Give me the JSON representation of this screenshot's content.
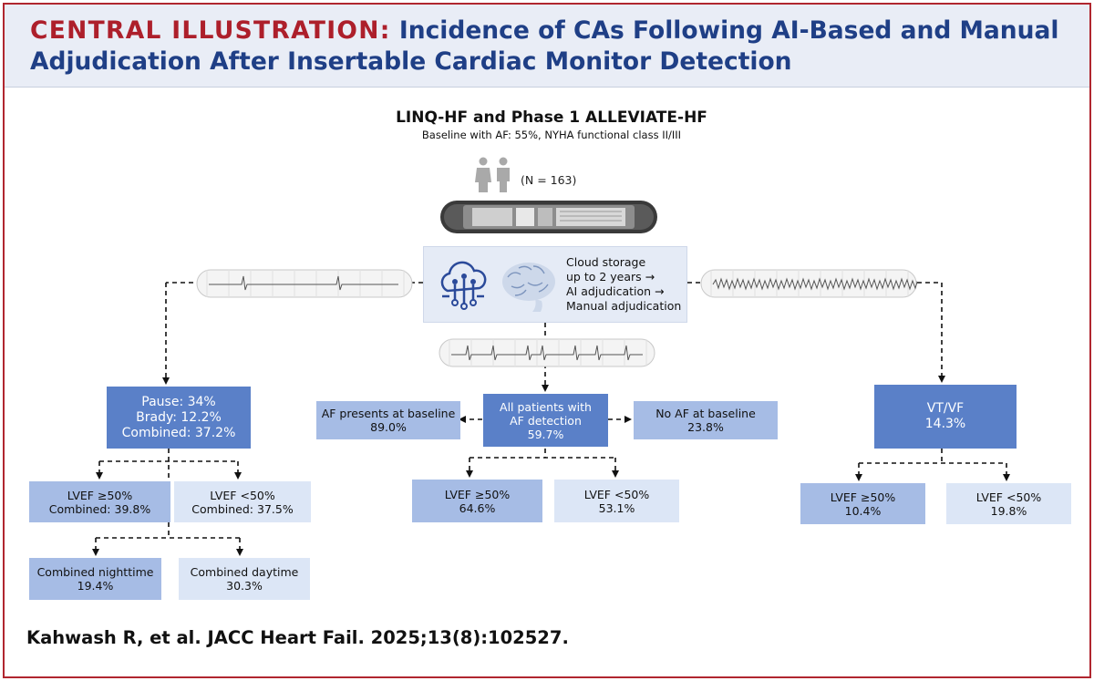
{
  "header": {
    "label": "CENTRAL ILLUSTRATION:",
    "title_line1": "Incidence of CAs Following AI-Based and Manual",
    "title_line2": "Adjudication After Insertable Cardiac Monitor Detection"
  },
  "study": {
    "name": "LINQ-HF and Phase 1 ALLEVIATE-HF",
    "baseline": "Baseline with AF: 55%, NYHA functional class II/III",
    "n": "(N = 163)"
  },
  "cloud": {
    "line1": "Cloud storage",
    "line2": "up to 2 years →",
    "line3": "AI adjudication →",
    "line4": "Manual adjudication"
  },
  "left": {
    "main": {
      "line1": "Pause: 34%",
      "line2": "Brady: 12.2%",
      "line3": "Combined: 37.2%"
    },
    "lvef_high": {
      "line1": "LVEF ≥50%",
      "line2": "Combined: 39.8%"
    },
    "lvef_low": {
      "line1": "LVEF <50%",
      "line2": "Combined: 37.5%"
    },
    "night": {
      "line1": "Combined nighttime",
      "line2": "19.4%"
    },
    "day": {
      "line1": "Combined daytime",
      "line2": "30.3%"
    }
  },
  "middle": {
    "main": {
      "line1": "All patients with",
      "line2": "AF detection",
      "line3": "59.7%"
    },
    "af_baseline": {
      "line1": "AF presents at baseline",
      "line2": "89.0%"
    },
    "no_af": {
      "line1": "No AF at baseline",
      "line2": "23.8%"
    },
    "lvef_high": {
      "line1": "LVEF ≥50%",
      "line2": "64.6%"
    },
    "lvef_low": {
      "line1": "LVEF <50%",
      "line2": "53.1%"
    }
  },
  "right": {
    "main": {
      "line1": "VT/VF",
      "line2": "14.3%"
    },
    "lvef_high": {
      "line1": "LVEF ≥50%",
      "line2": "10.4%"
    },
    "lvef_low": {
      "line1": "LVEF <50%",
      "line2": "19.8%"
    }
  },
  "citation": "Kahwash R, et al. JACC Heart Fail. 2025;13(8):102527.",
  "colors": {
    "accent_red": "#ad1f2b",
    "title_blue": "#1f3f86",
    "box_dark": "#5a80c8",
    "box_mid": "#a6bce5",
    "box_light": "#dce6f6"
  }
}
